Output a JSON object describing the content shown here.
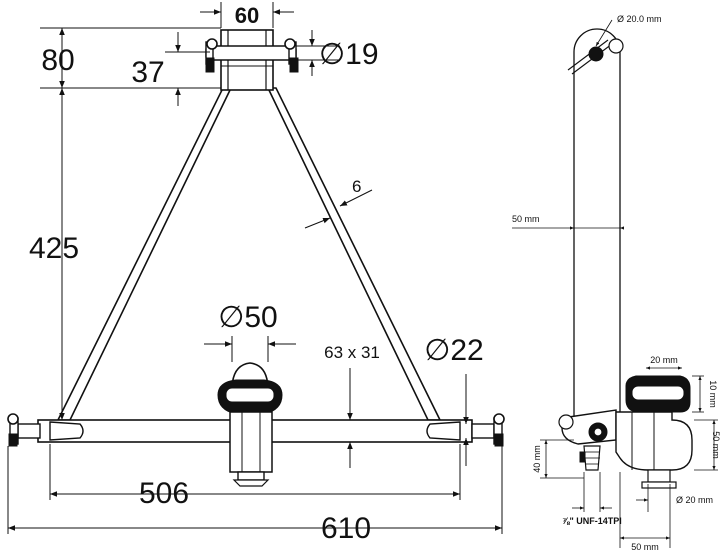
{
  "main_view": {
    "dimensions": {
      "top_width": "60",
      "top_height": "80",
      "pin_spacing": "37",
      "pin_dia": "∅19",
      "height": "425",
      "plate_thickness": "6",
      "ball_dia": "∅50",
      "bar_section": "63 x 31",
      "bottom_pin_dia": "∅22",
      "inner_width": "506",
      "overall_width": "610"
    }
  },
  "side_view": {
    "dimensions": {
      "top_hole_dia": "Ø 20.0 mm",
      "width": "50 mm",
      "clamp_width": "20 mm",
      "clamp_height": "10 mm",
      "clamp_total_height": "50 mm",
      "thread_depth": "40 mm",
      "thread": "⅞\" UNF-14TPI",
      "pin_dia": "Ø 20 mm",
      "base_width": "50 mm"
    }
  },
  "colors": {
    "line": "#111111",
    "background": "#ffffff"
  }
}
